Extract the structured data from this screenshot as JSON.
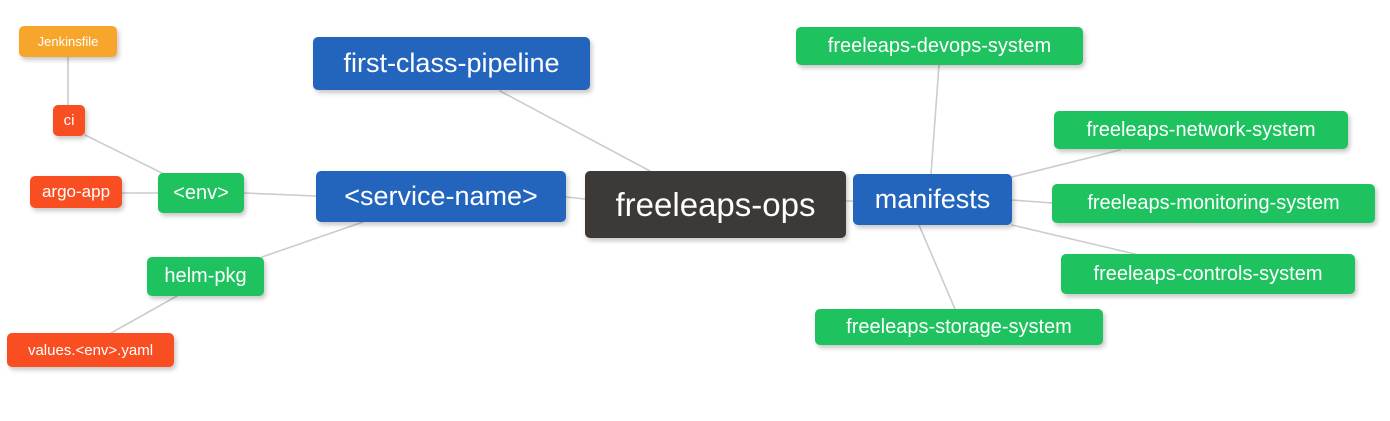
{
  "diagram": {
    "type": "mindmap",
    "background": "#ffffff"
  },
  "palette": {
    "root_bg": "#3d3937",
    "branch_bg": "#2365bd",
    "leaf_green_bg": "#1ec25f",
    "leaf_red_bg": "#f94e22",
    "leaf_orange_bg": "#f8a62b",
    "node_text": "#ffffff",
    "connector": "#cccccc"
  },
  "nodes": {
    "freeleaps_ops": {
      "label": "freeleaps-ops"
    },
    "first_class_pipeline": {
      "label": "first-class-pipeline"
    },
    "service_name": {
      "label": "<service-name>"
    },
    "env": {
      "label": "<env>"
    },
    "ci": {
      "label": "ci"
    },
    "jenkinsfile": {
      "label": "Jenkinsfile"
    },
    "argo_app": {
      "label": "argo-app"
    },
    "helm_pkg": {
      "label": "helm-pkg"
    },
    "values_env_yaml": {
      "label": "values.<env>.yaml"
    },
    "manifests": {
      "label": "manifests"
    },
    "devops_system": {
      "label": "freeleaps-devops-system"
    },
    "network_system": {
      "label": "freeleaps-network-system"
    },
    "monitoring_system": {
      "label": "freeleaps-monitoring-system"
    },
    "controls_system": {
      "label": "freeleaps-controls-system"
    },
    "storage_system": {
      "label": "freeleaps-storage-system"
    }
  },
  "hierarchy": {
    "root": "freeleaps_ops",
    "left": [
      {
        "id": "first_class_pipeline"
      },
      {
        "id": "service_name",
        "children": [
          {
            "id": "env",
            "children": [
              {
                "id": "ci",
                "children": [
                  {
                    "id": "jenkinsfile"
                  }
                ]
              },
              {
                "id": "argo_app"
              }
            ]
          },
          {
            "id": "helm_pkg",
            "children": [
              {
                "id": "values_env_yaml"
              }
            ]
          }
        ]
      }
    ],
    "right": [
      {
        "id": "manifests",
        "children": [
          {
            "id": "devops_system"
          },
          {
            "id": "network_system"
          },
          {
            "id": "monitoring_system"
          },
          {
            "id": "controls_system"
          },
          {
            "id": "storage_system"
          }
        ]
      }
    ]
  },
  "edges": [
    [
      "jenkinsfile",
      "ci"
    ],
    [
      "ci",
      "env"
    ],
    [
      "argo_app",
      "env"
    ],
    [
      "env",
      "service_name"
    ],
    [
      "helm_pkg",
      "service_name"
    ],
    [
      "values_env_yaml",
      "helm_pkg"
    ],
    [
      "service_name",
      "freeleaps_ops"
    ],
    [
      "first_class_pipeline",
      "freeleaps_ops"
    ],
    [
      "freeleaps_ops",
      "manifests"
    ],
    [
      "manifests",
      "devops_system"
    ],
    [
      "manifests",
      "network_system"
    ],
    [
      "manifests",
      "monitoring_system"
    ],
    [
      "manifests",
      "controls_system"
    ],
    [
      "manifests",
      "storage_system"
    ]
  ]
}
